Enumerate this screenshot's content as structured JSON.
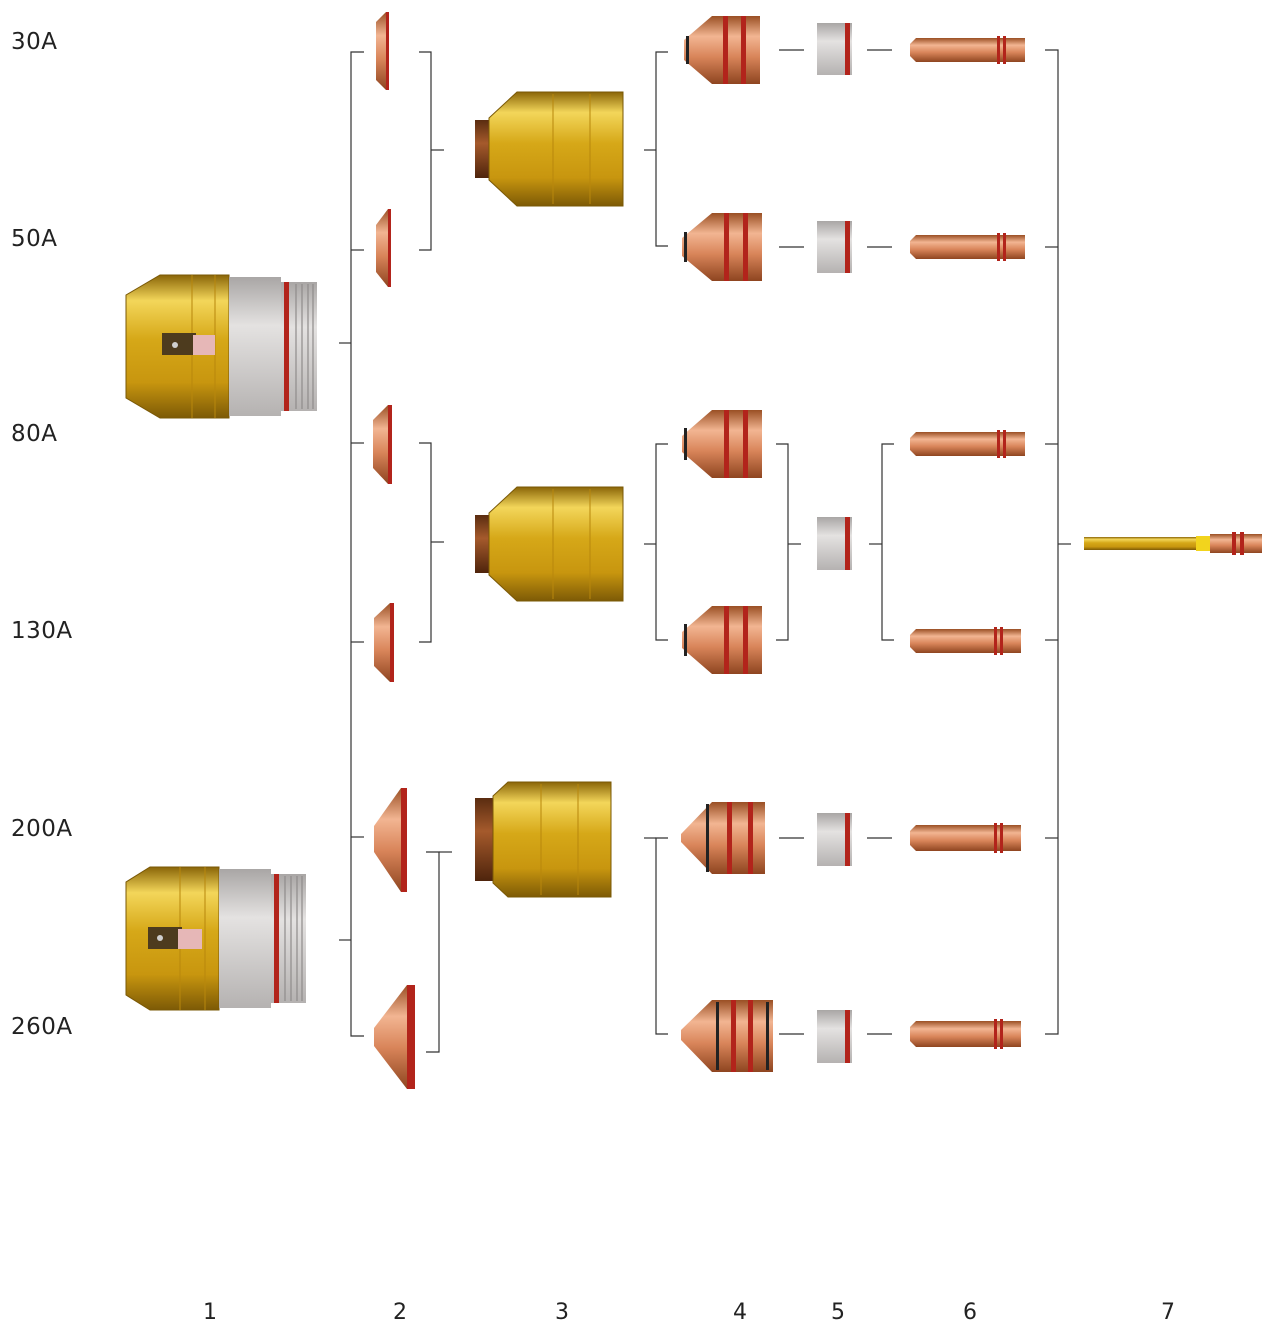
{
  "amperages": [
    "30A",
    "50A",
    "80A",
    "130A",
    "200A",
    "260A"
  ],
  "columns": [
    "1",
    "2",
    "3",
    "4",
    "5",
    "6",
    "7"
  ],
  "colors": {
    "brass": "#d4a614",
    "copper": "#d9895a",
    "seal_red": "#b2241b",
    "insulator_grey": "#d2d0cf",
    "bracket_line": "#333333"
  }
}
